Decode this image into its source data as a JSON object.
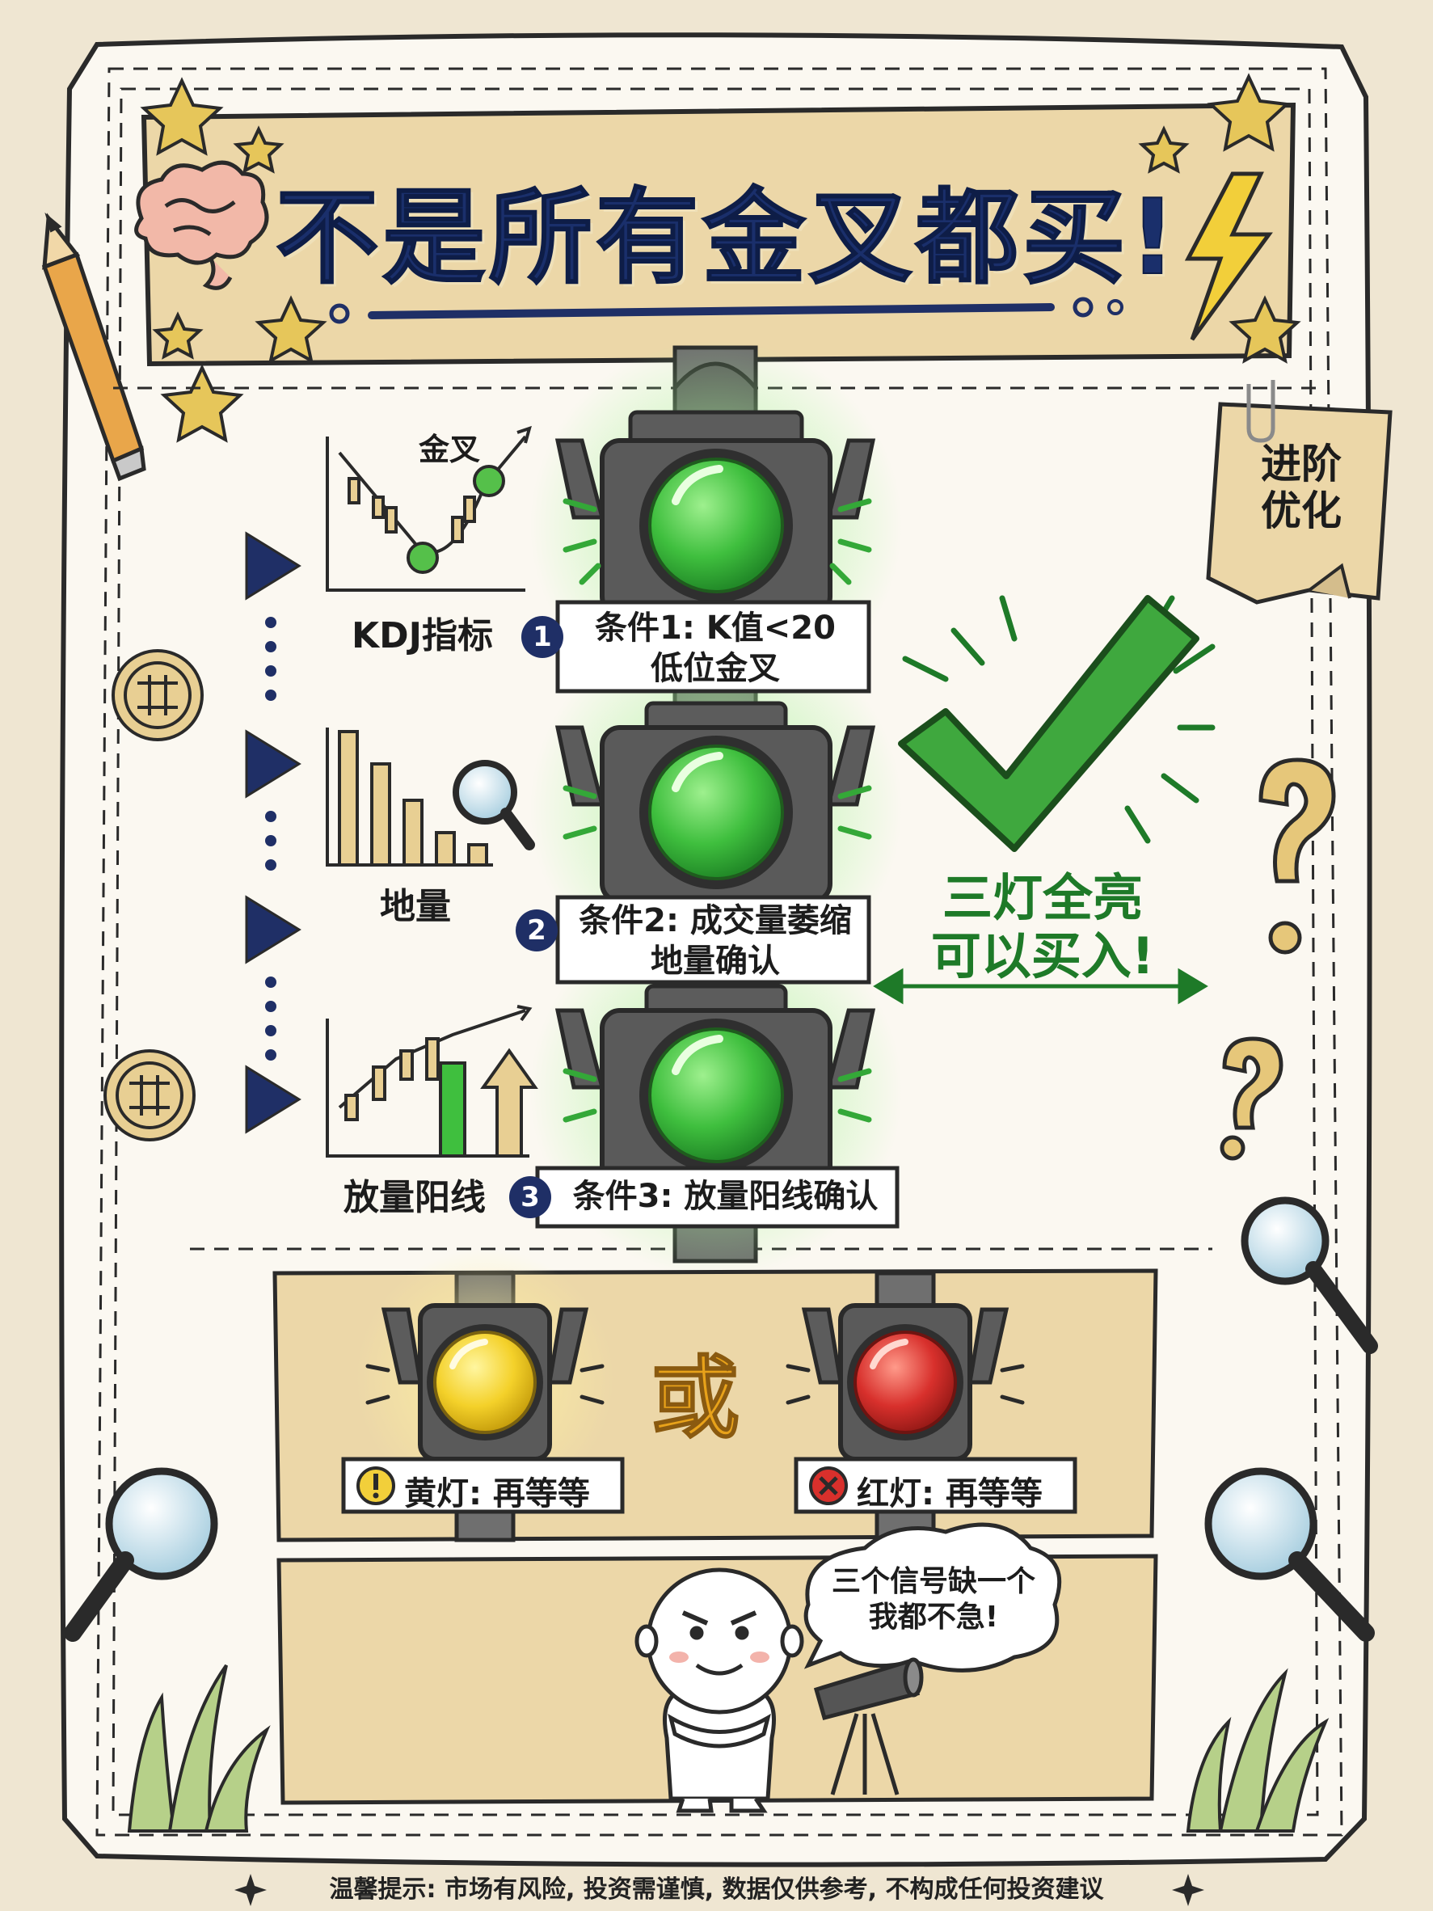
{
  "header": {
    "title": "不是所有金叉都买!"
  },
  "sticky_note": {
    "text_line1": "进阶",
    "text_line2": "优化"
  },
  "conditions": [
    {
      "number": "1",
      "chart_label": "KDJ指标",
      "chart_tag": "金叉",
      "line1": "条件1: K值<20",
      "line2": "低位金叉"
    },
    {
      "number": "2",
      "chart_label": "地量",
      "line1": "条件2: 成交量萎缩",
      "line2": "地量确认"
    },
    {
      "number": "3",
      "chart_label": "放量阳线",
      "line1": "条件3: 放量阳线确认"
    }
  ],
  "result": {
    "line1": "三灯全亮",
    "line2": "可以买入!"
  },
  "alternatives": {
    "or_label": "或",
    "yellow": {
      "label": "黄灯: 再等等",
      "color": "#f4d12a"
    },
    "red": {
      "label": "红灯: 再等等",
      "color": "#d8302c"
    }
  },
  "character": {
    "bubble_line1": "三个信号缺一个",
    "bubble_line2": "我都不急!"
  },
  "footer": {
    "disclaimer": "温馨提示: 市场有风险, 投资需谨慎, 数据仅供参考, 不构成任何投资建议"
  },
  "colors": {
    "green_light": "#4cc24a",
    "navy": "#1f2f66",
    "panel": "#ebd6a6"
  }
}
